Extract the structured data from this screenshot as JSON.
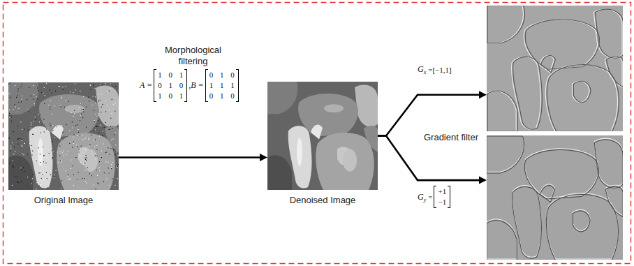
{
  "diagram": {
    "nodes": [
      {
        "text": [
          "Original Image"
        ]
      },
      {
        "text": [
          "Denoised Image"
        ]
      },
      {
        "text": [
          "G",
          "x",
          "=[−1,1]"
        ]
      },
      {
        "text": [
          "G",
          "y",
          "=",
          "+1",
          "−1"
        ]
      }
    ],
    "edges": [
      {
        "from": 0,
        "to": 1,
        "arrow": "to",
        "label": "Morphological filtering"
      },
      {
        "from": 1,
        "to": 2,
        "arrow": "to"
      },
      {
        "from": 1,
        "to": 3,
        "arrow": "to"
      }
    ],
    "labels": [
      "A =",
      "1 0 1",
      "0 1 0",
      "1 0 1",
      ",B =",
      "0 1 0",
      "1 1 1",
      "0 1 0",
      "Gradient filter"
    ]
  }
}
